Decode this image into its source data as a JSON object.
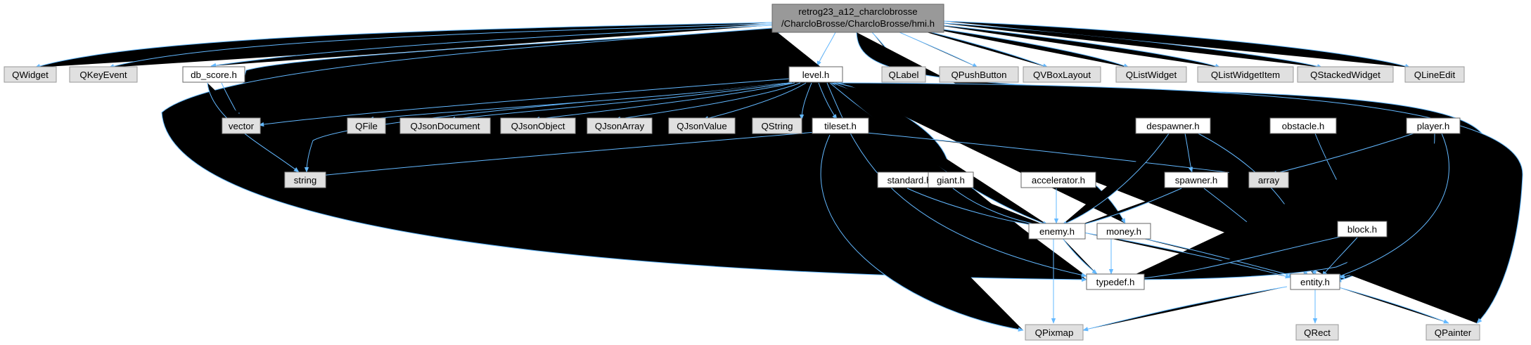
{
  "colors": {
    "root_fill": "#999999",
    "local_fill": "#ffffff",
    "external_fill": "#e0e0e0",
    "edge": "#63b8ff"
  },
  "root": {
    "label_line1": "retrog23_a12_charclobrosse",
    "label_line2": "/CharcloBrosse/CharcloBrosse/hmi.h"
  },
  "nodes": {
    "qwidget": "QWidget",
    "qkeyevent": "QKeyEvent",
    "db_score": "db_score.h",
    "level": "level.h",
    "qlabel": "QLabel",
    "qpushbutton": "QPushButton",
    "qvboxlayout": "QVBoxLayout",
    "qlistwidget": "QListWidget",
    "qlistwidgetitem": "QListWidgetItem",
    "qstackedwidget": "QStackedWidget",
    "qlineedit": "QLineEdit",
    "vector": "vector",
    "qfile": "QFile",
    "qjsondocument": "QJsonDocument",
    "qjsonobject": "QJsonObject",
    "qjsonarray": "QJsonArray",
    "qjsonvalue": "QJsonValue",
    "qstring": "QString",
    "tileset": "tileset.h",
    "despawner": "despawner.h",
    "obstacle": "obstacle.h",
    "player": "player.h",
    "string": "string",
    "standard": "standard.h",
    "giant": "giant.h",
    "accelerator": "accelerator.h",
    "spawner": "spawner.h",
    "array": "array",
    "enemy": "enemy.h",
    "money": "money.h",
    "block": "block.h",
    "typedef": "typedef.h",
    "entity": "entity.h",
    "qpixmap": "QPixmap",
    "qrect": "QRect",
    "qpainter": "QPainter"
  }
}
